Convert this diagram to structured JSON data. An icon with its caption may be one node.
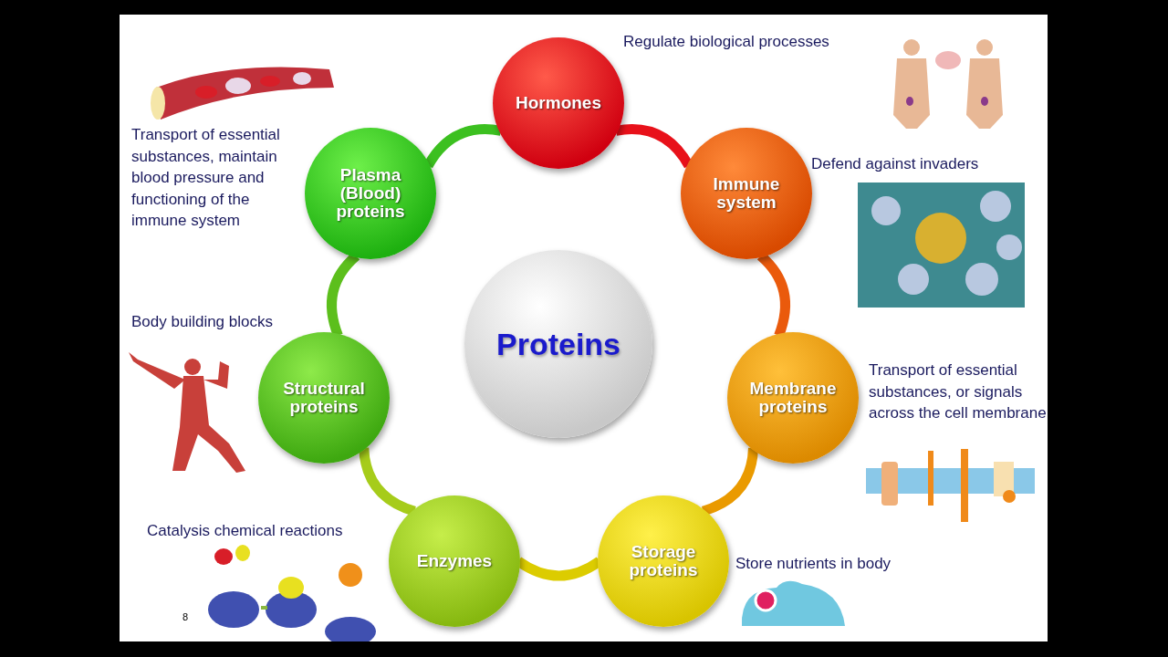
{
  "diagram": {
    "nodes": [
      {
        "text": [
          "Proteins"
        ]
      },
      {
        "text": [
          "Hormones"
        ],
        "beside": [
          "Regulate biological processes"
        ]
      },
      {
        "text": [
          "Immune system"
        ],
        "beside": [
          "Defend against invaders"
        ]
      },
      {
        "text": [
          "Membrane proteins"
        ],
        "beside": [
          "Transport of essential substances, or signals across the cell membrane"
        ]
      },
      {
        "text": [
          "Storage proteins"
        ],
        "beside": [
          "Store nutrients in body"
        ]
      },
      {
        "text": [
          "Enzymes"
        ],
        "beside": [
          "Catalysis chemical reactions"
        ]
      },
      {
        "text": [
          "Structural proteins"
        ],
        "beside": [
          "Body building blocks"
        ]
      },
      {
        "text": [
          "Plasma (Blood) proteins"
        ],
        "beside": [
          "Transport of essential substances, maintain blood pressure and functioning of the immune system"
        ]
      }
    ],
    "edges": [
      {
        "from": 1,
        "to": 2,
        "arrow": "none",
        "color": "#e8111a"
      },
      {
        "from": 2,
        "to": 3,
        "arrow": "none",
        "color": "#ea5a0c"
      },
      {
        "from": 3,
        "to": 4,
        "arrow": "none",
        "color": "#ea9a00"
      },
      {
        "from": 4,
        "to": 5,
        "arrow": "none",
        "color": "#dccc00"
      },
      {
        "from": 5,
        "to": 6,
        "arrow": "none",
        "color": "#a6cc1a"
      },
      {
        "from": 6,
        "to": 7,
        "arrow": "none",
        "color": "#5cbf1c"
      },
      {
        "from": 7,
        "to": 1,
        "arrow": "none",
        "color": "#3cc020"
      }
    ],
    "labels": [
      "8"
    ]
  }
}
